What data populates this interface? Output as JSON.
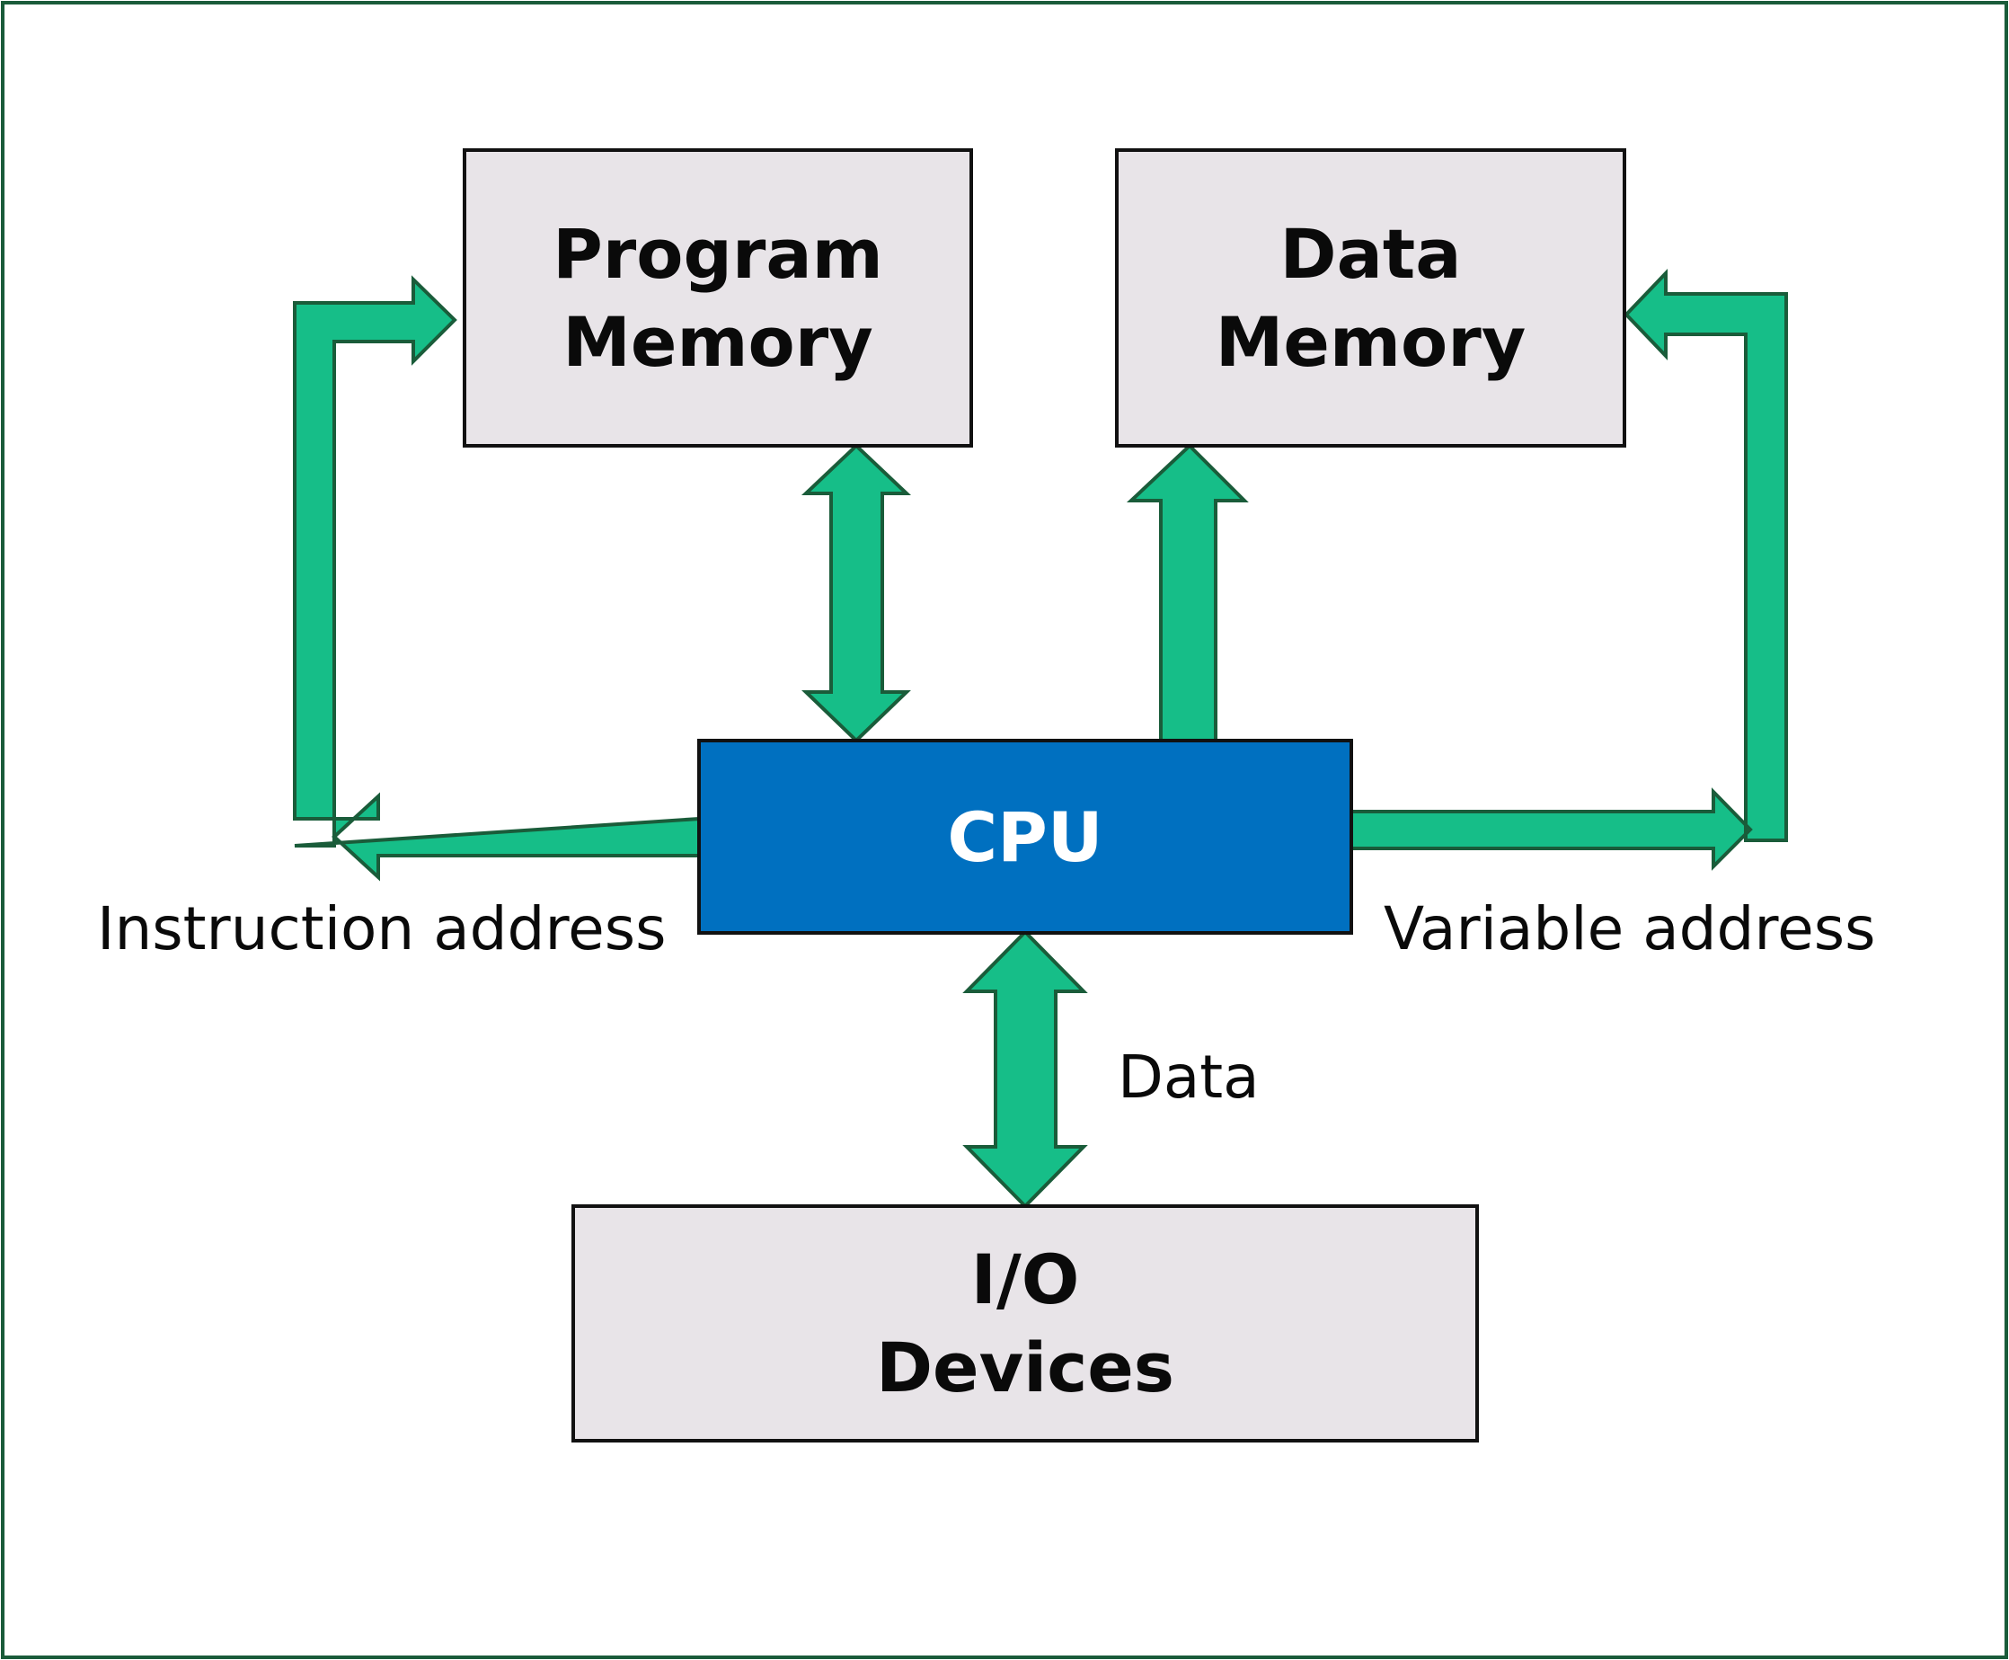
{
  "colors": {
    "page_border": "#1a5c3a",
    "arrow_fill": "#16be88",
    "arrow_stroke": "#1a5c3a",
    "memory_box_fill": "#e8e4e8",
    "cpu_box_fill": "#0070c0",
    "cpu_text": "#ffffff",
    "text": "#0a0a0a"
  },
  "blocks": {
    "program_memory": {
      "line1": "Program",
      "line2": "Memory"
    },
    "data_memory": {
      "line1": "Data",
      "line2": "Memory"
    },
    "cpu": {
      "label": "CPU"
    },
    "io_devices": {
      "line1": "I/O",
      "line2": "Devices"
    }
  },
  "labels": {
    "instruction_address": "Instruction address",
    "variable_address": "Variable address",
    "data": "Data"
  }
}
